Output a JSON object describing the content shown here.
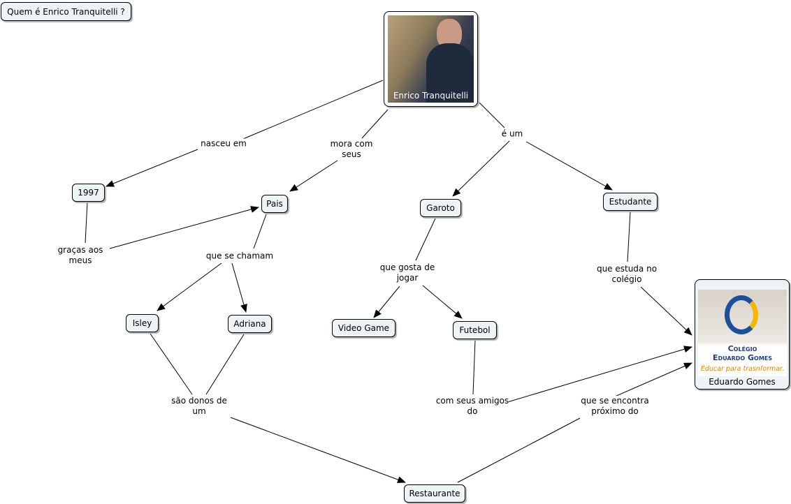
{
  "title": "Quem é Enrico Tranquitelli ?",
  "concepts": {
    "enrico": "Enrico Tranquitelli",
    "y1997": "1997",
    "pais": "Pais",
    "garoto": "Garoto",
    "estudante": "Estudante",
    "isley": "Isley",
    "adriana": "Adriana",
    "videogame": "Video Game",
    "futebol": "Futebol",
    "eduardo": "Eduardo Gomes",
    "restaurante": "Restaurante"
  },
  "logo": {
    "line1": "Colégio",
    "line2": "Eduardo Gomes",
    "slogan": "Educar para trasnformar."
  },
  "links": {
    "nasceu": "nasceu em",
    "mora1": "mora com",
    "mora2": "seus",
    "eum": "é um",
    "gracas1": "graças aos",
    "gracas2": "meus",
    "chamam": "que se chamam",
    "gosta1": "que gosta de",
    "gosta2": "jogar",
    "estuda1": "que estuda no",
    "estuda2": "colégio",
    "donos1": "são donos de",
    "donos2": "um",
    "amigos1": "com seus amigos",
    "amigos2": "do",
    "encontra1": "que se encontra",
    "encontra2": "próximo do"
  }
}
